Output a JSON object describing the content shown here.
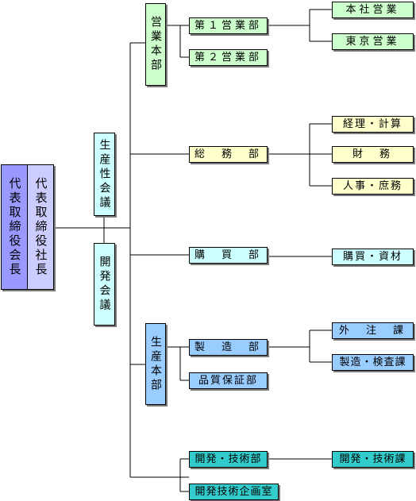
{
  "executives": {
    "chairman": "代表取締役会長",
    "president": "代表取締役社長"
  },
  "councils": {
    "productivity": "生産性会議",
    "development": "開発会議"
  },
  "divisions": {
    "sales_hq": "営業本部",
    "production_hq": "生産本部"
  },
  "departments": {
    "sales1": "第１営業部",
    "sales2": "第２営業部",
    "general_affairs": "総　務　部",
    "purchasing": "購　買　部",
    "manufacturing": "製　造　部",
    "quality_assurance": "品質保証部",
    "dev_tech": "開発・技術部",
    "dev_planning": "開発技術企画室"
  },
  "sections": {
    "head_office_sales": "本社営業",
    "tokyo_sales": "東京営業",
    "accounting": "経理・計算",
    "finance": "財　務",
    "hr_admin": "人事・庶務",
    "purchasing_materials": "購買・資材",
    "outsourcing": "外　注　課",
    "mfg_inspection": "製造・検査課",
    "dev_tech_section": "開発・技術課"
  },
  "colors": {
    "sales": "#ccffcc",
    "admin": "#ffffcc",
    "purchasing": "#ccffff",
    "production": "#99ccff",
    "development": "#33cccc",
    "chairman": "#9999ff",
    "president": "#ccccff"
  }
}
